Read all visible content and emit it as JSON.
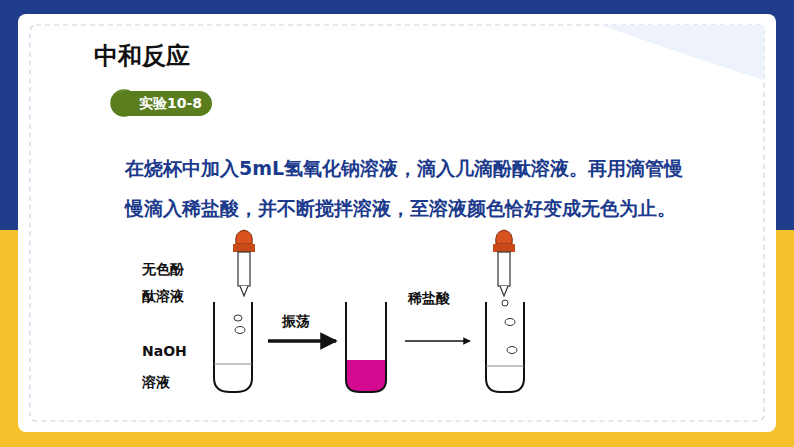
{
  "diagram": {
    "title": "中和反应",
    "nodes": [
      {
        "text": [
          "实验10-8"
        ]
      }
    ],
    "labels": [
      "在烧杯中加入5mL氢氧化钠溶液，滴入几滴酚酞溶液。再用滴管慢慢滴入稀盐酸，并不断搅拌溶液，至溶液颜色恰好变成无色为止。",
      "无色酚 酞溶液",
      "NaOH 溶液",
      "振荡",
      "稀盐酸"
    ]
  }
}
